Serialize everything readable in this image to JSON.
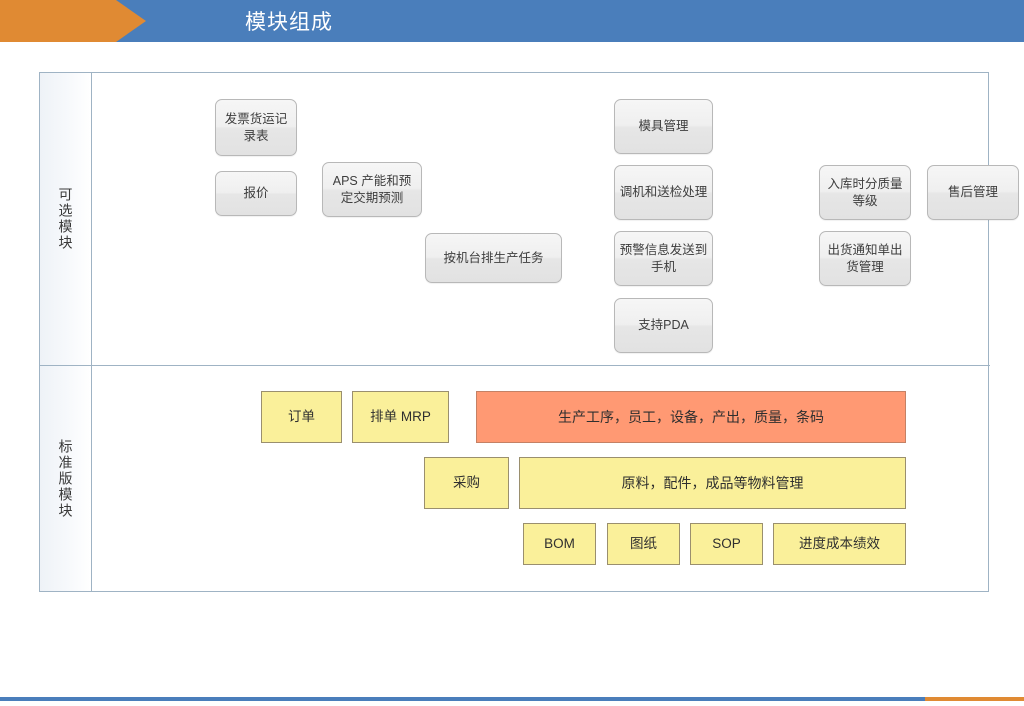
{
  "header": {
    "title": "模块组成",
    "band_color": "#4a7ebb",
    "arrow_color": "#e08a33"
  },
  "sections": {
    "optional": {
      "label": "可选模块",
      "boxes": [
        {
          "label": "发票货运记录表"
        },
        {
          "label": "报价"
        },
        {
          "label": "APS 产能和预定交期预测"
        },
        {
          "label": "按机台排生产任务"
        },
        {
          "label": "模具管理"
        },
        {
          "label": "调机和送检处理"
        },
        {
          "label": "预警信息发送到手机"
        },
        {
          "label": "支持PDA"
        },
        {
          "label": "入库时分质量等级"
        },
        {
          "label": "售后管理"
        },
        {
          "label": "出货通知单出货管理"
        }
      ]
    },
    "standard": {
      "label": "标准版模块",
      "rows": [
        {
          "boxes": [
            {
              "label": "订单",
              "color": "#faf09a"
            },
            {
              "label": "排单 MRP",
              "color": "#faf09a"
            },
            {
              "label": "生产工序，员工，设备，产出，质量，条码",
              "color": "#ff9973"
            }
          ]
        },
        {
          "boxes": [
            {
              "label": "采购",
              "color": "#faf09a"
            },
            {
              "label": "原料，配件，成品等物料管理",
              "color": "#faf09a"
            }
          ]
        },
        {
          "boxes": [
            {
              "label": "BOM",
              "color": "#faf09a"
            },
            {
              "label": "图纸",
              "color": "#faf09a"
            },
            {
              "label": "SOP",
              "color": "#faf09a"
            },
            {
              "label": "进度成本绩效",
              "color": "#faf09a"
            }
          ]
        }
      ]
    }
  },
  "footer": {
    "blue_color": "#4a7ebb",
    "orange_color": "#e08a33"
  }
}
